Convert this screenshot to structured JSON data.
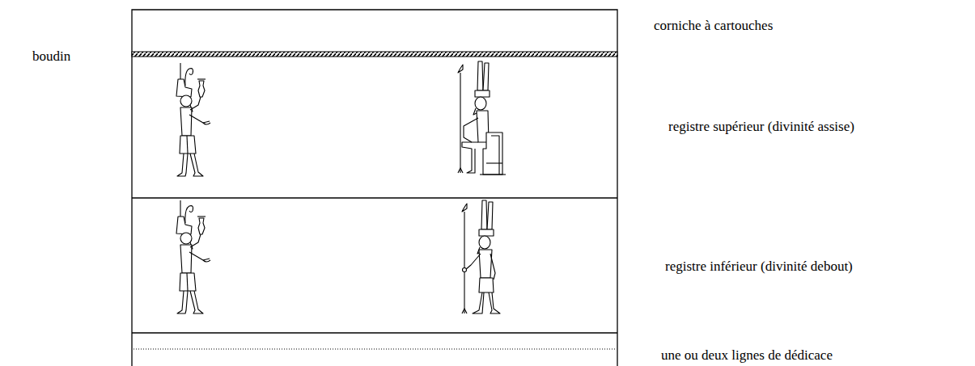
{
  "diagram": {
    "labels": [
      "boudin",
      "corniche à cartouches",
      "registre supérieur (divinité assise)",
      "registre inférieur (divinité debout)",
      "une ou deux lignes de dédicace"
    ]
  }
}
